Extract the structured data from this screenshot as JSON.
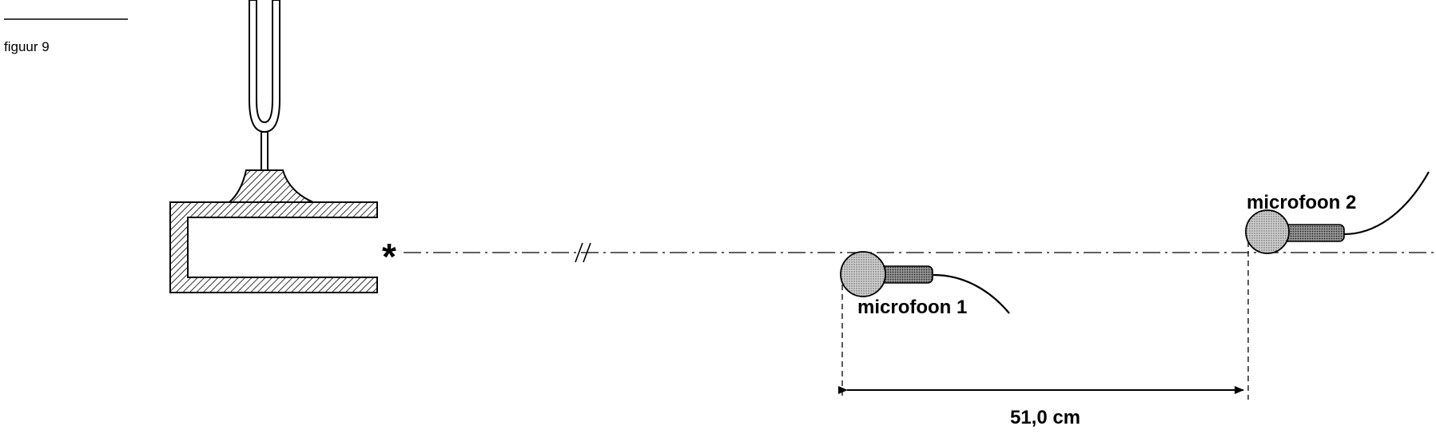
{
  "figure_label": "figuur 9",
  "microphone_1_label": "microfoon 1",
  "microphone_2_label": "microfoon 2",
  "distance_label": "51,0 cm",
  "source_marker": "*"
}
